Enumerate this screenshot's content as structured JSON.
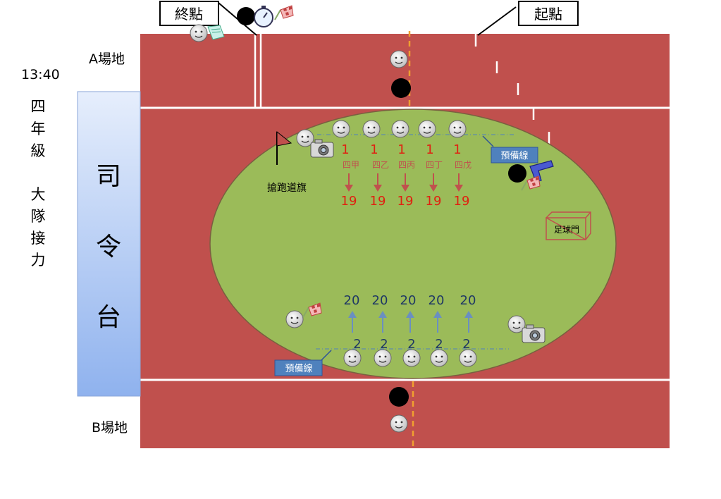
{
  "time": "13:40",
  "title_vertical": [
    "四",
    "年",
    "級",
    "",
    "大",
    "隊",
    "接",
    "力"
  ],
  "field_a_label": "A場地",
  "field_b_label": "B場地",
  "stage_label": [
    "司",
    "令",
    "台"
  ],
  "finish_label": "終點",
  "start_label": "起點",
  "flag_label": "搶跑道旗",
  "prep_line_label": "預備線",
  "goal_label": "足球門",
  "lanes": [
    {
      "class": "四甲",
      "start": "1",
      "end": "19",
      "bottom_top": "20",
      "bottom_bottom": "2"
    },
    {
      "class": "四乙",
      "start": "1",
      "end": "19",
      "bottom_top": "20",
      "bottom_bottom": "2"
    },
    {
      "class": "四丙",
      "start": "1",
      "end": "19",
      "bottom_top": "20",
      "bottom_bottom": "2"
    },
    {
      "class": "四丁",
      "start": "1",
      "end": "19",
      "bottom_top": "20",
      "bottom_bottom": "2"
    },
    {
      "class": "四戊",
      "start": "1",
      "end": "19",
      "bottom_top": "20",
      "bottom_bottom": "2"
    }
  ],
  "colors": {
    "track": "#c0504d",
    "field": "#9bbb59",
    "stage": "#b8d0f5",
    "prep_box": "#4f81bd",
    "red_text": "#e02010",
    "navy_text": "#1f3864",
    "arrow_red": "#c0504d",
    "arrow_blue": "#6a8fc0",
    "orange_dash": "#f0a030"
  }
}
